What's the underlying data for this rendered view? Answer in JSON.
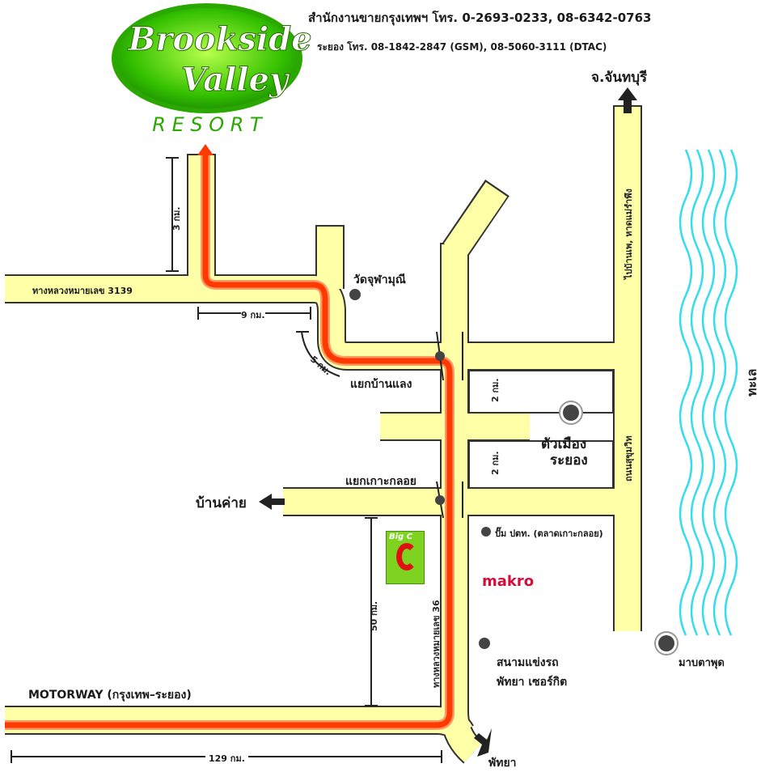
{
  "logo": {
    "name_line1": "Brookside",
    "name_line2": "Valley",
    "tagline": "R E S O R T"
  },
  "contact": {
    "bangkok": "สำนักงานขายกรุงเทพฯ โทร. 0-2693-0233, 08-6342-0763",
    "rayong": "ระยอง โทร. 08-1842-2847 (GSM), 08-5060-3111 (DTAC)"
  },
  "roads": {
    "highway_3139": "ทางหลวงหมายเลข 3139",
    "highway_36": "ทางหลวงหมายเลข 36",
    "sukhumvit": "ถนนสุขุมวิท",
    "to_ban_phe": "ไปบ้านเพ, หาดแม่รำพึง",
    "motorway": "MOTORWAY",
    "motorway_sub": "(กรุงเทพ–ระยอง)"
  },
  "places": {
    "chanthaburi": "จ.จันทบุรี",
    "sea": "ทะเล",
    "wat": "วัดจุฬามุณี",
    "yaek_ban_laeng": "แยกบ้านแลง",
    "town_line1": "ตัวเมือง",
    "town_line2": "ระยอง",
    "yaek_ko_kloi": "แยกเกาะกลอย",
    "ban_khai": "บ้านค่าย",
    "ptt": "ปั๊ม ปตท. (ตลาดเกาะกลอย)",
    "makro": "makro",
    "bigc": "Big C",
    "race_line1": "สนามแข่งรถ",
    "race_line2": "พัทยา เซอร์กิต",
    "map_ta_phut": "มาบตาพุด",
    "pattaya": "พัทยา"
  },
  "distances": {
    "d_3km": "3 กม.",
    "d_9km": "9 กม.",
    "d_5km": "5 กม.",
    "d_2km_a": "2 กม.",
    "d_2km_b": "2 กม.",
    "d_50km": "50 กม.",
    "d_129km": "129 กม."
  },
  "colors": {
    "road_fill": "#ffffa8",
    "road_edge": "#222222",
    "route": "#ff3a00",
    "route_outline": "#ff9a66",
    "logo_green": "#2aa800",
    "sea": "#33ddee"
  }
}
